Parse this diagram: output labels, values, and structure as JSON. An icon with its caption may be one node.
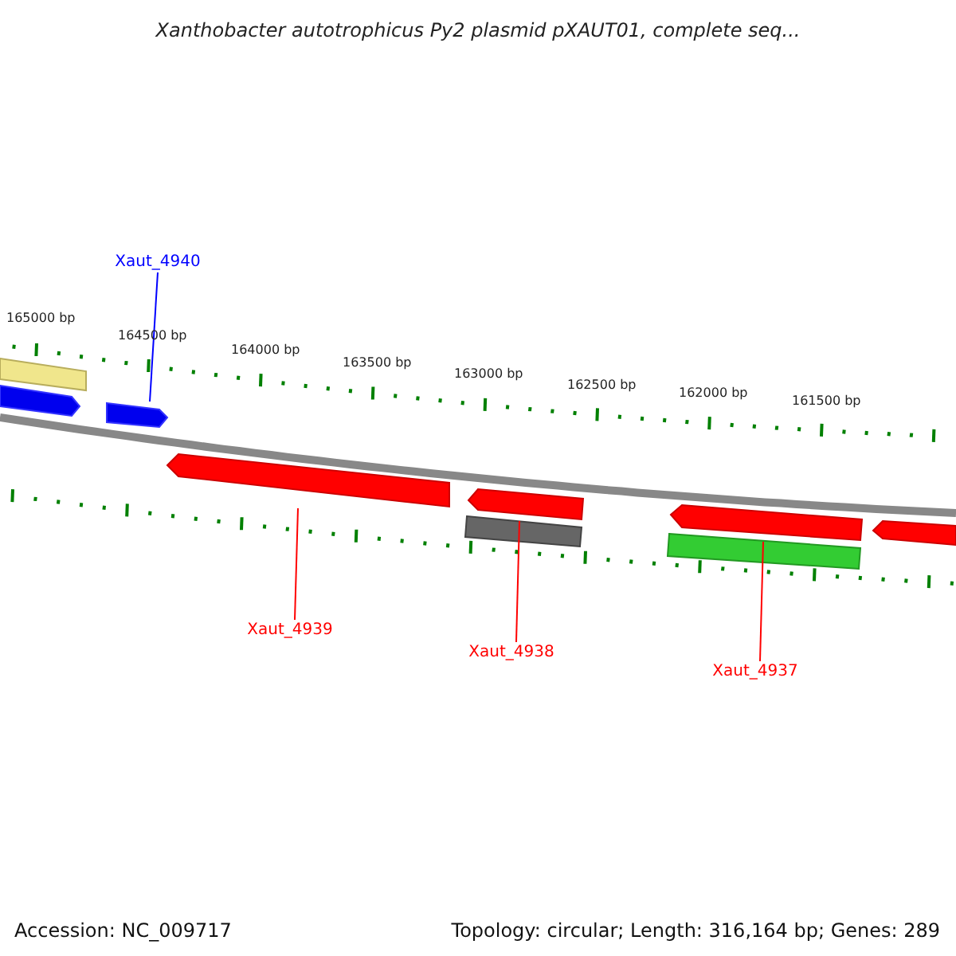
{
  "diagram": {
    "title": "Xanthobacter autotrophicus Py2 plasmid pXAUT01, complete seq...",
    "nodes": [
      {
        "text": [
          "Xaut_4940"
        ]
      },
      {
        "text": [],
        "shape": "bar"
      },
      {
        "text": [],
        "shape": "bar"
      },
      {
        "text": [],
        "shape": "bar"
      },
      {
        "text": [
          "Xaut_4939"
        ]
      },
      {
        "text": [],
        "shape": "bar"
      },
      {
        "text": [
          "Xaut_4938"
        ]
      },
      {
        "text": [],
        "shape": "bar"
      },
      {
        "text": [],
        "shape": "bar"
      },
      {
        "text": [
          "Xaut_4937"
        ]
      },
      {
        "text": [],
        "shape": "bar"
      },
      {
        "text": [],
        "shape": "bar"
      },
      {
        "text": [],
        "shape": "bar"
      }
    ],
    "edges": [
      {
        "from": 0,
        "to": 3,
        "arrow": "none",
        "color": "#0000ff"
      },
      {
        "from": 4,
        "to": 5,
        "arrow": "none"
      },
      {
        "from": 6,
        "to": 7,
        "arrow": "none"
      },
      {
        "from": 9,
        "to": 10,
        "arrow": "none"
      }
    ],
    "labels": [
      "165000 bp",
      "164500 bp",
      "164000 bp",
      "163500 bp",
      "163000 bp",
      "162500 bp",
      "162000 bp",
      "161500 bp",
      "Accession: NC_009717",
      "Topology: circular; Length: 316,164 bp; Genes: 289"
    ]
  }
}
